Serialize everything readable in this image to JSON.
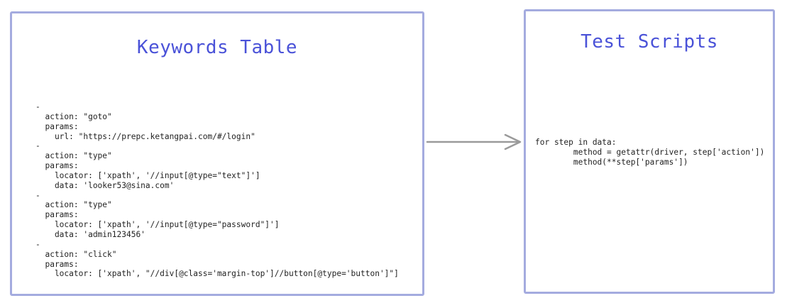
{
  "keywords_box": {
    "title": "Keywords Table",
    "code": "-\n  action: \"goto\"\n  params:\n    url: \"https://prepc.ketangpai.com/#/login\"\n-\n  action: \"type\"\n  params:\n    locator: ['xpath', '//input[@type=\"text\"]']\n    data: 'looker53@sina.com'\n-\n  action: \"type\"\n  params:\n    locator: ['xpath', '//input[@type=\"password\"]']\n    data: 'admin123456'\n-\n  action: \"click\"\n  params:\n    locator: ['xpath', \"//div[@class='margin-top']//button[@type='button']\"]"
  },
  "scripts_box": {
    "title": "Test Scripts",
    "code": "for step in data:\n        method = getattr(driver, step['action'])\n        method(**step['params'])"
  },
  "colors": {
    "box_border": "#a4abdf",
    "title_text": "#4a52d8",
    "arrow": "#9a9a9a",
    "code_text": "#222222"
  }
}
